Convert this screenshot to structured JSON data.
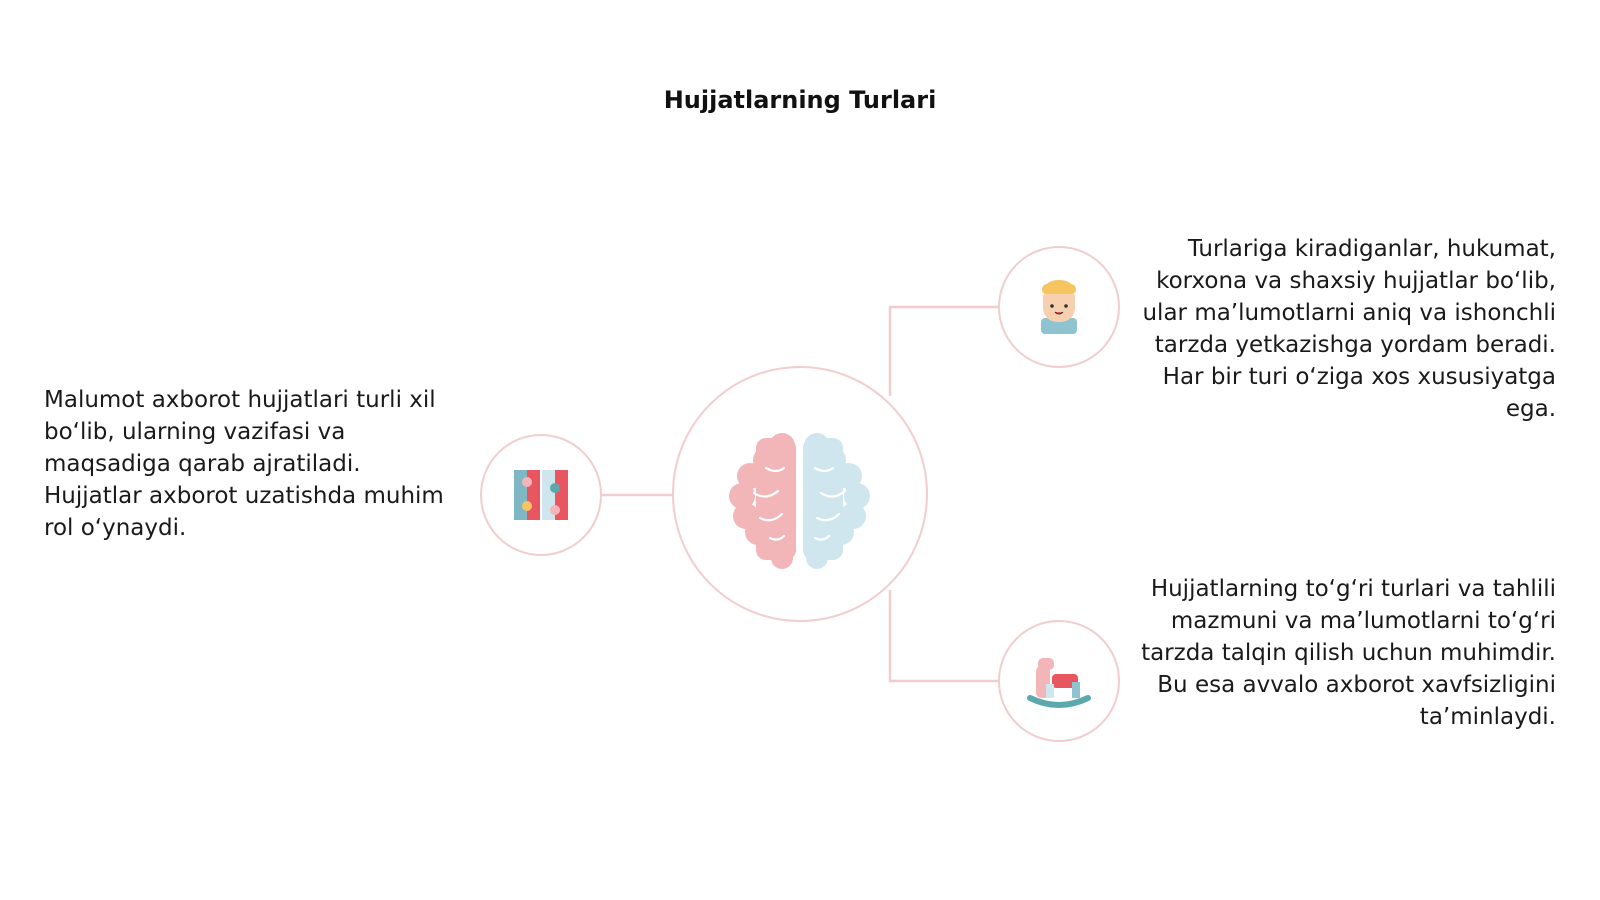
{
  "title": "Hujjatlarning Turlari",
  "colors": {
    "connector": "#f2cdcd",
    "brain_left": "#f2b6b8",
    "brain_right": "#cfe6ee",
    "accent_red": "#e8575f",
    "accent_teal": "#5ba8ad",
    "accent_yellow": "#f6c560"
  },
  "nodes": {
    "center": {
      "icon": "brain-icon"
    },
    "left": {
      "icon": "puzzle-blocks-icon"
    },
    "top": {
      "icon": "child-face-icon"
    },
    "bottom": {
      "icon": "rocking-horse-icon"
    }
  },
  "texts": {
    "left": "Malumot axborot hujjatlari turli xil bo‘lib, ularning vazifasi va maqsadiga qarab ajratiladi. Hujjatlar axborot uzatishda muhim rol o‘ynaydi.",
    "top_right": "Turlariga kiradiganlar, hukumat, korxona va shaxsiy hujjatlar bo‘lib, ular ma’lumotlarni aniq va ishonchli tarzda yetkazishga yordam beradi. Har bir turi o‘ziga xos xususiyatga ega.",
    "bottom_right": "Hujjatlarning to‘g‘ri turlari va tahlili mazmuni va ma’lumotlarni to‘g‘ri tarzda talqin qilish uchun muhimdir. Bu esa avvalo axborot xavfsizligini ta’minlaydi."
  }
}
